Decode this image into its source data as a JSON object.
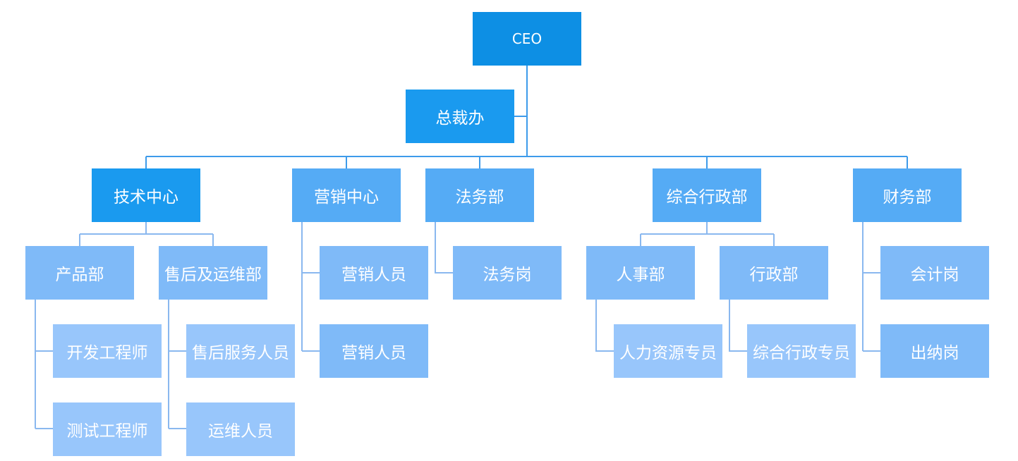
{
  "colors": {
    "ceo": "#0d8fe4",
    "level1": "#1a9aef",
    "level2": "#55abf5",
    "level3": "#7fbaf8",
    "level4": "#98c6fb",
    "connector": "#3d9bea",
    "connector_light": "#8ab8ef"
  },
  "org": {
    "ceo": "CEO",
    "office": "总裁办",
    "departments": {
      "tech": {
        "label": "技术中心",
        "product": {
          "label": "产品部",
          "roles": [
            "开发工程师",
            "测试工程师"
          ]
        },
        "after_sales": {
          "label": "售后及运维部",
          "roles": [
            "售后服务人员",
            "运维人员"
          ]
        }
      },
      "marketing": {
        "label": "营销中心",
        "roles": [
          "营销人员",
          "营销人员"
        ]
      },
      "legal": {
        "label": "法务部",
        "roles": [
          "法务岗"
        ]
      },
      "admin": {
        "label": "综合行政部",
        "hr": {
          "label": "人事部",
          "roles": [
            "人力资源专员"
          ]
        },
        "general": {
          "label": "行政部",
          "roles": [
            "综合行政专员"
          ]
        }
      },
      "finance": {
        "label": "财务部",
        "roles": [
          "会计岗",
          "出纳岗"
        ]
      }
    }
  }
}
